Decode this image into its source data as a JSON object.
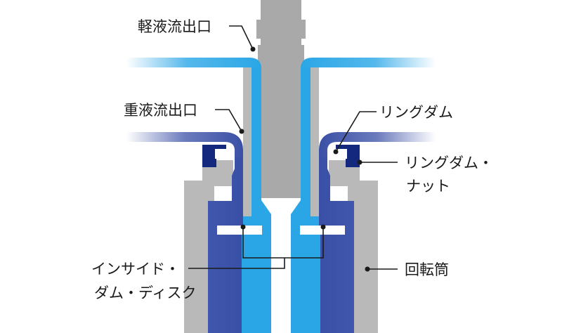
{
  "labels": {
    "light_liquid_outlet": "軽液流出口",
    "heavy_liquid_outlet": "重液流出口",
    "ring_dam": "リングダム",
    "ring_dam_nut_line1": "リングダム・",
    "ring_dam_nut_line2": "ナット",
    "inside_dam_disk_line1": "インサイド・",
    "inside_dam_disk_line2": "ダム・ディスク",
    "rotating_cylinder": "回転筒"
  },
  "colors": {
    "housing_gray": "#b9b9b9",
    "shaft_gray": "#a9a9a9",
    "light_liquid_blue": "#2aa6e6",
    "heavy_liquid_blue": "#3a4fa6",
    "ring_dam_nut_navy": "#14287e",
    "disk_white": "#ffffff",
    "line_black": "#1a1a1a"
  }
}
